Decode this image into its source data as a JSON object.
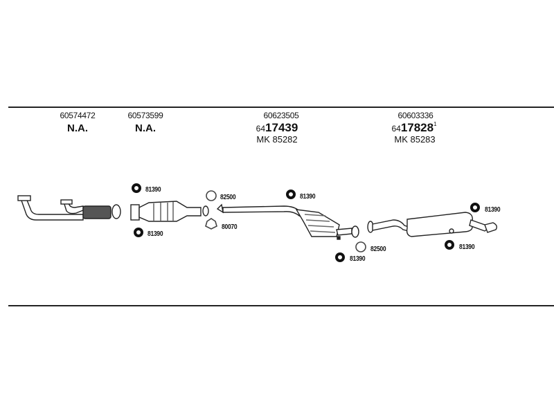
{
  "columns": [
    {
      "part_number": "60574472",
      "status": "N.A."
    },
    {
      "part_number": "60573599",
      "status": "N.A."
    },
    {
      "part_number": "60623505",
      "ref_prefix": "64",
      "ref_main": "17439",
      "mk": "MK 85282"
    },
    {
      "part_number": "60603336",
      "ref_prefix": "64",
      "ref_main": "17828",
      "ref_suffix": "1",
      "mk": "MK 85283"
    }
  ],
  "labels": [
    "81390",
    "81390",
    "82500",
    "80070",
    "81390",
    "81390",
    "82500",
    "81390",
    "81390"
  ]
}
